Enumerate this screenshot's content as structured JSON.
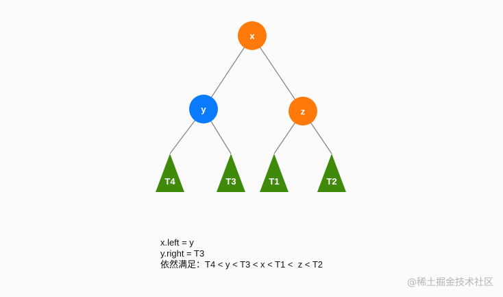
{
  "tree": {
    "nodes": [
      {
        "id": "x",
        "label": "x",
        "color": "#ff7a0a"
      },
      {
        "id": "y",
        "label": "y",
        "color": "#0a7aff"
      },
      {
        "id": "z",
        "label": "z",
        "color": "#ff7a0a"
      }
    ],
    "subtrees": [
      {
        "id": "T4",
        "label": "T4",
        "color": "#3f8a0b"
      },
      {
        "id": "T3",
        "label": "T3",
        "color": "#3f8a0b"
      },
      {
        "id": "T1",
        "label": "T1",
        "color": "#3f8a0b"
      },
      {
        "id": "T2",
        "label": "T2",
        "color": "#3f8a0b"
      }
    ],
    "edges": [
      {
        "from": "x",
        "to": "y"
      },
      {
        "from": "x",
        "to": "z"
      },
      {
        "from": "y",
        "to": "T4"
      },
      {
        "from": "y",
        "to": "T3"
      },
      {
        "from": "z",
        "to": "T1"
      },
      {
        "from": "z",
        "to": "T2"
      }
    ],
    "edge_color": "#808080"
  },
  "notes": {
    "line1": "x.left = y",
    "line2": "y.right = T3",
    "line3": "依然满足：T4 < y < T3 < x < T1 <  z < T2"
  },
  "watermark": "@稀土掘金技术社区"
}
